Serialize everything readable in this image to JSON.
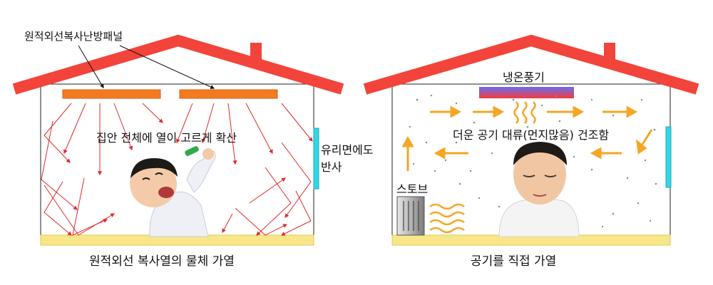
{
  "left_house": {
    "panel_label": "원적외선복사난방패널",
    "center_label": "집안 전체에 열이 고르게 확산",
    "reflection_label_line1": "유리면에도",
    "reflection_label_line2": "반사",
    "caption": "원적외선 복사열의 물체 가열"
  },
  "right_house": {
    "fan_label": "냉온풍기",
    "convection_label": "더운 공기 대류(먼지많음) 건조함",
    "stove_label": "스토브",
    "caption": "공기를 직접 가열"
  },
  "colors": {
    "roof": "#f2443a",
    "panel": "#f47a1f",
    "ray": "#e02a2a",
    "floor": "#f8e78a",
    "glass": "#33d6e6",
    "flow_arrow": "#f5a623",
    "fan_top": "#6a6cf0",
    "fan_bottom": "#f23c3c"
  }
}
